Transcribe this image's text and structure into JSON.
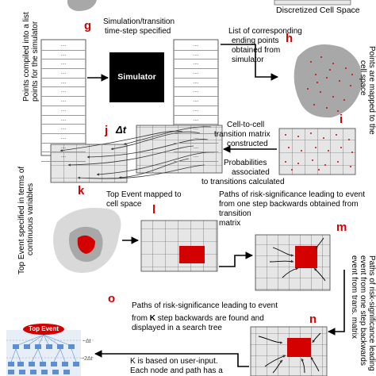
{
  "labels": {
    "discretized_cell_space": "Discretized Cell Space",
    "sim_transition_1": "Simulation/transition",
    "sim_transition_2": "time-step specified",
    "list_ending_1": "List of corresponding",
    "list_ending_2": "ending points",
    "list_ending_3": "obtained from",
    "list_ending_4": "simulator",
    "simulator": "Simulator",
    "delta_t": "Δt",
    "cell_to_cell_1": "Cell-to-cell",
    "cell_to_cell_2": "transition matrix",
    "cell_to_cell_3": "constructed",
    "prob_1": "Probabilities",
    "prob_2": "associated",
    "prob_3": "to transitions calculated",
    "top_event_mapped_1": "Top Event mapped to",
    "top_event_mapped_2": "cell space",
    "paths_one_1": "Paths of risk-significance leading to event",
    "paths_one_2": "from one step backwards obtained from",
    "paths_one_3": "transition",
    "paths_one_4": "matrix",
    "paths_k_1": "Paths of risk-significance leading to event",
    "paths_k_2_pre": "from ",
    "paths_k_2_bold": "K",
    "paths_k_2_post": " step backwards are found and",
    "paths_k_3": "displayed in a search tree",
    "k_based_1": "K is based on user-input.",
    "k_based_2": "Each node and path has a",
    "top_event_node": "Top Event",
    "minus_dt": "−Δt",
    "minus_2dt": "−2Δt",
    "left_v1_1": "Points compiled into a list",
    "left_v1_2": "points for the simulator",
    "right_v1_1": "Points are mapped to the",
    "right_v1_2": "cell space",
    "left_v2_1": "Top Event specified in terms of",
    "left_v2_2": "continuous variables",
    "right_v2_1": "Paths of risk-significance leading",
    "right_v2_2": "event from one step backwards",
    "right_v2_3": "event from trans. matrix"
  },
  "letters": {
    "g": "g",
    "h": "h",
    "i": "i",
    "j": "j",
    "k": "k",
    "l": "l",
    "m": "m",
    "n": "n",
    "o": "o"
  },
  "list_items": [
    "....",
    "....",
    "....",
    "....",
    "....",
    "....",
    "....",
    "....",
    "....",
    "....",
    "....",
    "....",
    "...."
  ],
  "colors": {
    "red": "#d40000",
    "gray": "#a8a8a8",
    "light_gray": "#d9d9d9",
    "cell_fill": "#e6e6e6",
    "node_blue": "#5b8fd1"
  }
}
